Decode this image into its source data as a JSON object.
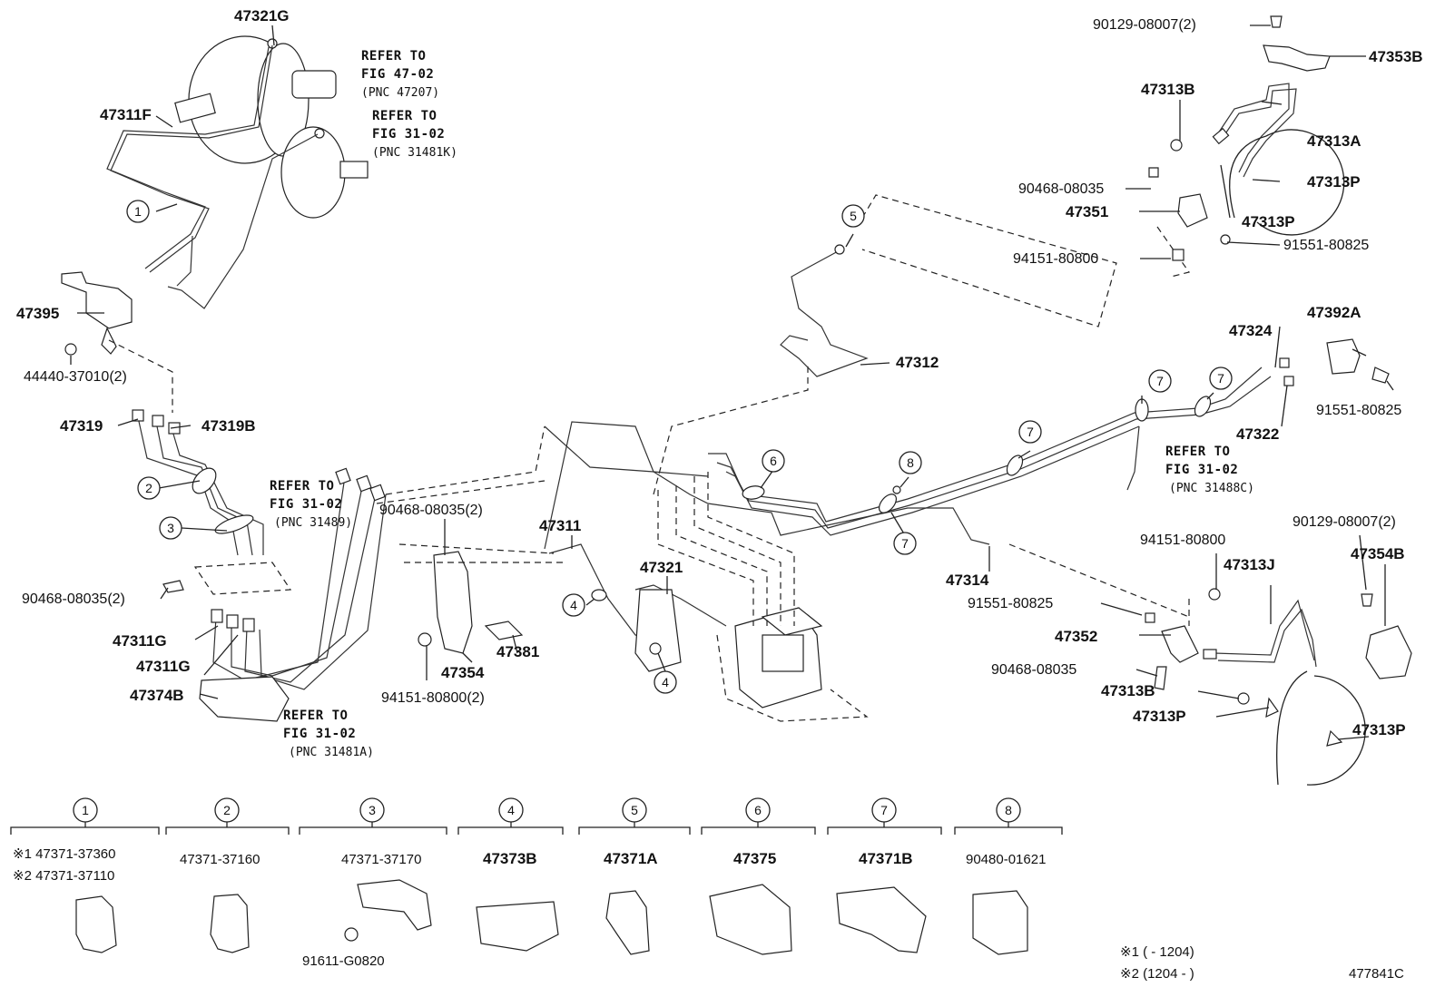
{
  "diagram_id": "477841C",
  "part_labels": {
    "p47321G": "47321G",
    "p47311F": "47311F",
    "p47395": "47395",
    "p44440": "44440-37010(2)",
    "p47319": "47319",
    "p47319B": "47319B",
    "p90468_2a": "90468-08035(2)",
    "p47311G_a": "47311G",
    "p47311G_b": "47311G",
    "p47374B": "47374B",
    "p90468_2b": "90468-08035(2)",
    "p47311": "47311",
    "p47354": "47354",
    "p94151_2": "94151-80800(2)",
    "p47381": "47381",
    "p47321": "47321",
    "p47312": "47312",
    "p47314": "47314",
    "p90129_top": "90129-08007(2)",
    "p47353B": "47353B",
    "p47313B_top": "47313B",
    "p47313A": "47313A",
    "p47313P_a": "47313P",
    "p90468_top": "90468-08035",
    "p47351": "47351",
    "p47313P_b": "47313P",
    "p94151_top": "94151-80800",
    "p91551_top": "91551-80825",
    "p47324": "47324",
    "p47392A": "47392A",
    "p91551_right": "91551-80825",
    "p47322": "47322",
    "p94151_mid": "94151-80800",
    "p91551_mid": "91551-80825",
    "p47352": "47352",
    "p90468_mid": "90468-08035",
    "p47313J": "47313J",
    "p90129_right": "90129-08007(2)",
    "p47354B": "47354B",
    "p47313B_bot": "47313B",
    "p47313P_c": "47313P",
    "p47313P_d": "47313P"
  },
  "refer_notes": [
    {
      "l1": "REFER TO",
      "l2": "FIG 47-02",
      "l3": "(PNC 47207)"
    },
    {
      "l1": "REFER TO",
      "l2": "FIG 31-02",
      "l3": "(PNC 31481K)"
    },
    {
      "l1": "REFER TO",
      "l2": "FIG 31-02",
      "l3": "(PNC 31489)"
    },
    {
      "l1": "REFER TO",
      "l2": "FIG 31-02",
      "l3": "(PNC 31481A)"
    },
    {
      "l1": "REFER TO",
      "l2": "FIG 31-02",
      "l3": "(PNC 31488C)"
    }
  ],
  "callouts": {
    "c1": "1",
    "c2": "2",
    "c3": "3",
    "c4a": "4",
    "c4b": "4",
    "c5": "5",
    "c6": "6",
    "c7a": "7",
    "c7b": "7",
    "c7c": "7",
    "c7d": "7",
    "c8": "8"
  },
  "legend": [
    {
      "num": "1",
      "parts": [
        "※1 47371-37360",
        "※2 47371-37110"
      ]
    },
    {
      "num": "2",
      "parts": [
        "47371-37160"
      ]
    },
    {
      "num": "3",
      "parts": [
        "47371-37170"
      ],
      "extra": "91611-G0820"
    },
    {
      "num": "4",
      "parts": [
        "47373B"
      ]
    },
    {
      "num": "5",
      "parts": [
        "47371A"
      ]
    },
    {
      "num": "6",
      "parts": [
        "47375"
      ]
    },
    {
      "num": "7",
      "parts": [
        "47371B"
      ]
    },
    {
      "num": "8",
      "parts": [
        "90480-01621"
      ]
    }
  ],
  "footnotes": {
    "n1": "※1 (        - 1204)",
    "n2": "※2 (1204 -        )"
  }
}
